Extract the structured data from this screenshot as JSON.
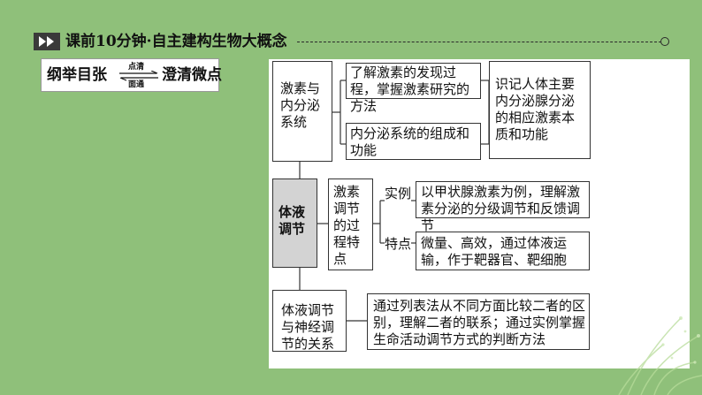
{
  "header": {
    "icon": "double-chevron-icon",
    "title": "课前10分钟·自主建构生物大概念"
  },
  "tag": {
    "left": "纲举目张",
    "top_small": "点清",
    "bottom_small": "面通",
    "right": "澄清微点"
  },
  "diagram": {
    "center": "体液调节",
    "left_top": "激素与内分泌系统",
    "left_bottom": "体液调节与神经调节的关系",
    "mid_top_1": "了解激素的发现过程，掌握激素研究的方法",
    "mid_top_2": "内分泌系统的组成和功能",
    "right_top": "识记人体主要内分泌腺分泌的相应激素本质和功能",
    "mid_center": "激素调节的过程特点",
    "label_example": "实例",
    "label_feature": "特点",
    "example_text": "以甲状腺激素为例，理解激素分泌的分级调节和反馈调节",
    "feature_text": "微量、高效，通过体液运输，作于靶器官、靶细胞",
    "bottom_text": "通过列表法从不同方面比较二者的区别，理解二者的联系；通过实例掌握生命活动调节方式的判断方法"
  },
  "colors": {
    "background": "#8fc07a",
    "center_box": "#d3d3d3"
  }
}
